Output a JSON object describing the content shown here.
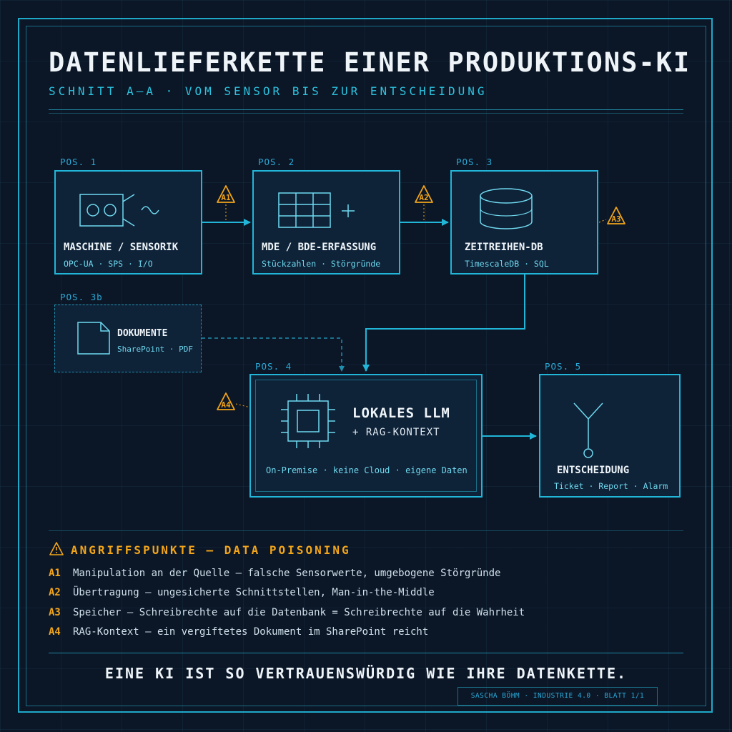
{
  "header": {
    "title": "DATENLIEFERKETTE EINER PRODUKTIONS-KI",
    "subtitle": "SCHNITT A–A · VOM SENSOR BIS ZUR ENTSCHEIDUNG"
  },
  "nodes": {
    "n1": {
      "pos": "POS. 1",
      "name": "MASCHINE / SENSORIK",
      "detail": "OPC-UA · SPS · I/O"
    },
    "n2": {
      "pos": "POS. 2",
      "name": "MDE / BDE-ERFASSUNG",
      "detail": "Stückzahlen · Störgründe"
    },
    "n3": {
      "pos": "POS. 3",
      "name": "ZEITREIHEN-DB",
      "detail": "TimescaleDB · SQL"
    },
    "n3b": {
      "pos": "POS. 3b",
      "name": "DOKUMENTE",
      "detail": "SharePoint · PDF"
    },
    "n4": {
      "pos": "POS. 4",
      "name": "LOKALES LLM",
      "name2": "+ RAG-KONTEXT",
      "detail": "On-Premise · keine Cloud · eigene Daten"
    },
    "n5": {
      "pos": "POS. 5",
      "name": "ENTSCHEIDUNG",
      "detail": "Ticket · Report · Alarm"
    }
  },
  "markers": {
    "a1": "A1",
    "a2": "A2",
    "a3": "A3",
    "a4": "A4"
  },
  "attacks": {
    "heading": "ANGRIFFSPUNKTE — DATA POISONING",
    "items": [
      {
        "id": "A1",
        "text": "Manipulation an der Quelle — falsche Sensorwerte, umgebogene Störgründe"
      },
      {
        "id": "A2",
        "text": "Übertragung — ungesicherte Schnittstellen, Man-in-the-Middle"
      },
      {
        "id": "A3",
        "text": "Speicher — Schreibrechte auf die Datenbank = Schreibrechte auf die Wahrheit"
      },
      {
        "id": "A4",
        "text": "RAG-Kontext — ein vergiftetes Dokument im SharePoint reicht"
      }
    ]
  },
  "footer": {
    "message": "EINE KI IST SO VERTRAUENSWÜRDIG WIE IHRE DATENKETTE.",
    "signature": "SASCHA BÖHM · INDUSTRIE 4.0 · BLATT 1/1"
  },
  "colors": {
    "accent": "#21b6d8",
    "warning": "#f2a51a",
    "background": "#0b1626",
    "box": "#0e2238"
  }
}
